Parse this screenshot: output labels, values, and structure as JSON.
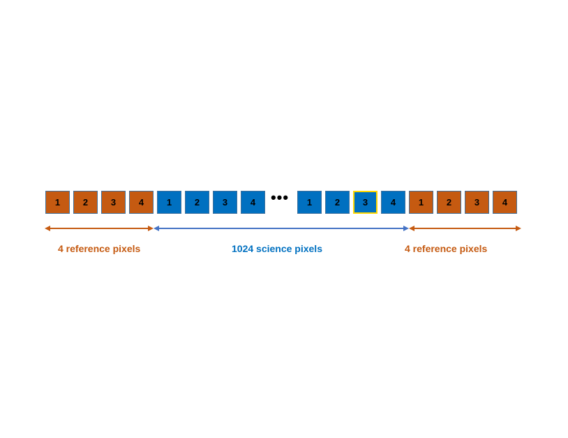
{
  "pixels": [
    {
      "label": "1",
      "kind": "ref"
    },
    {
      "label": "2",
      "kind": "ref"
    },
    {
      "label": "3",
      "kind": "ref"
    },
    {
      "label": "4",
      "kind": "ref"
    },
    {
      "label": "1",
      "kind": "sci"
    },
    {
      "label": "2",
      "kind": "sci"
    },
    {
      "label": "3",
      "kind": "sci"
    },
    {
      "label": "4",
      "kind": "sci"
    },
    {
      "label": "1",
      "kind": "sci"
    },
    {
      "label": "2",
      "kind": "sci"
    },
    {
      "label": "3",
      "kind": "sci",
      "highlighted": true
    },
    {
      "label": "4",
      "kind": "sci"
    },
    {
      "label": "1",
      "kind": "ref"
    },
    {
      "label": "2",
      "kind": "ref"
    },
    {
      "label": "3",
      "kind": "ref"
    },
    {
      "label": "4",
      "kind": "ref"
    }
  ],
  "ellipsis": "•••",
  "labels": {
    "left_reference": "4 reference pixels",
    "science": "1024 science pixels",
    "right_reference": "4 reference pixels"
  },
  "colors": {
    "reference": "#c55a11",
    "science": "#0070c0",
    "science_arrow": "#4472c4",
    "highlight_border": "#ffd700"
  }
}
